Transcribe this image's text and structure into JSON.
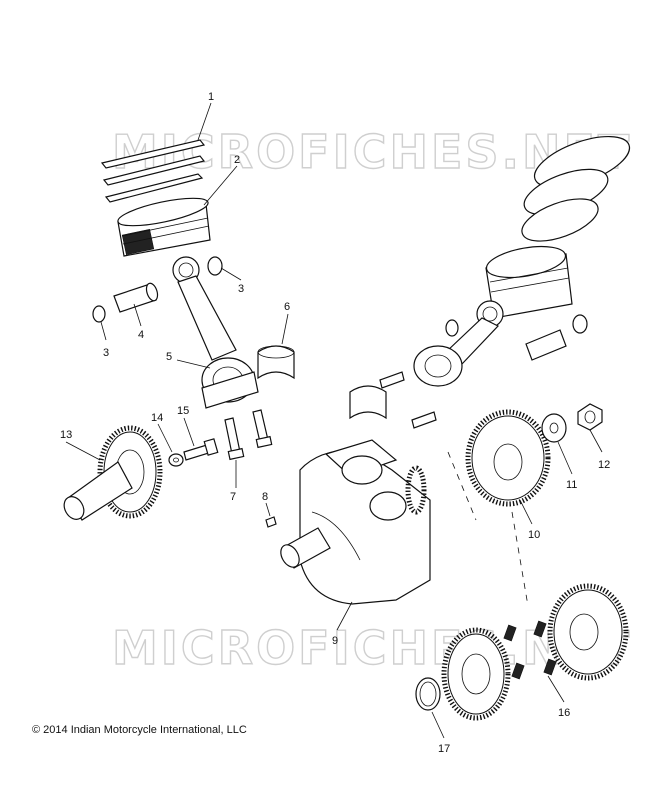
{
  "watermark": {
    "top_text": "MICROFICHES.NET",
    "bottom_text": "MICROFICHES.NET"
  },
  "callouts": {
    "c1": "1",
    "c2": "2",
    "c3a": "3",
    "c3b": "3",
    "c4": "4",
    "c5": "5",
    "c6": "6",
    "c7": "7",
    "c8": "8",
    "c9": "9",
    "c10": "10",
    "c11": "11",
    "c12": "12",
    "c13": "13",
    "c14": "14",
    "c15": "15",
    "c16": "16",
    "c17": "17"
  },
  "copyright": {
    "symbol": "©",
    "text": "2014 Indian Motorcycle International, LLC"
  }
}
